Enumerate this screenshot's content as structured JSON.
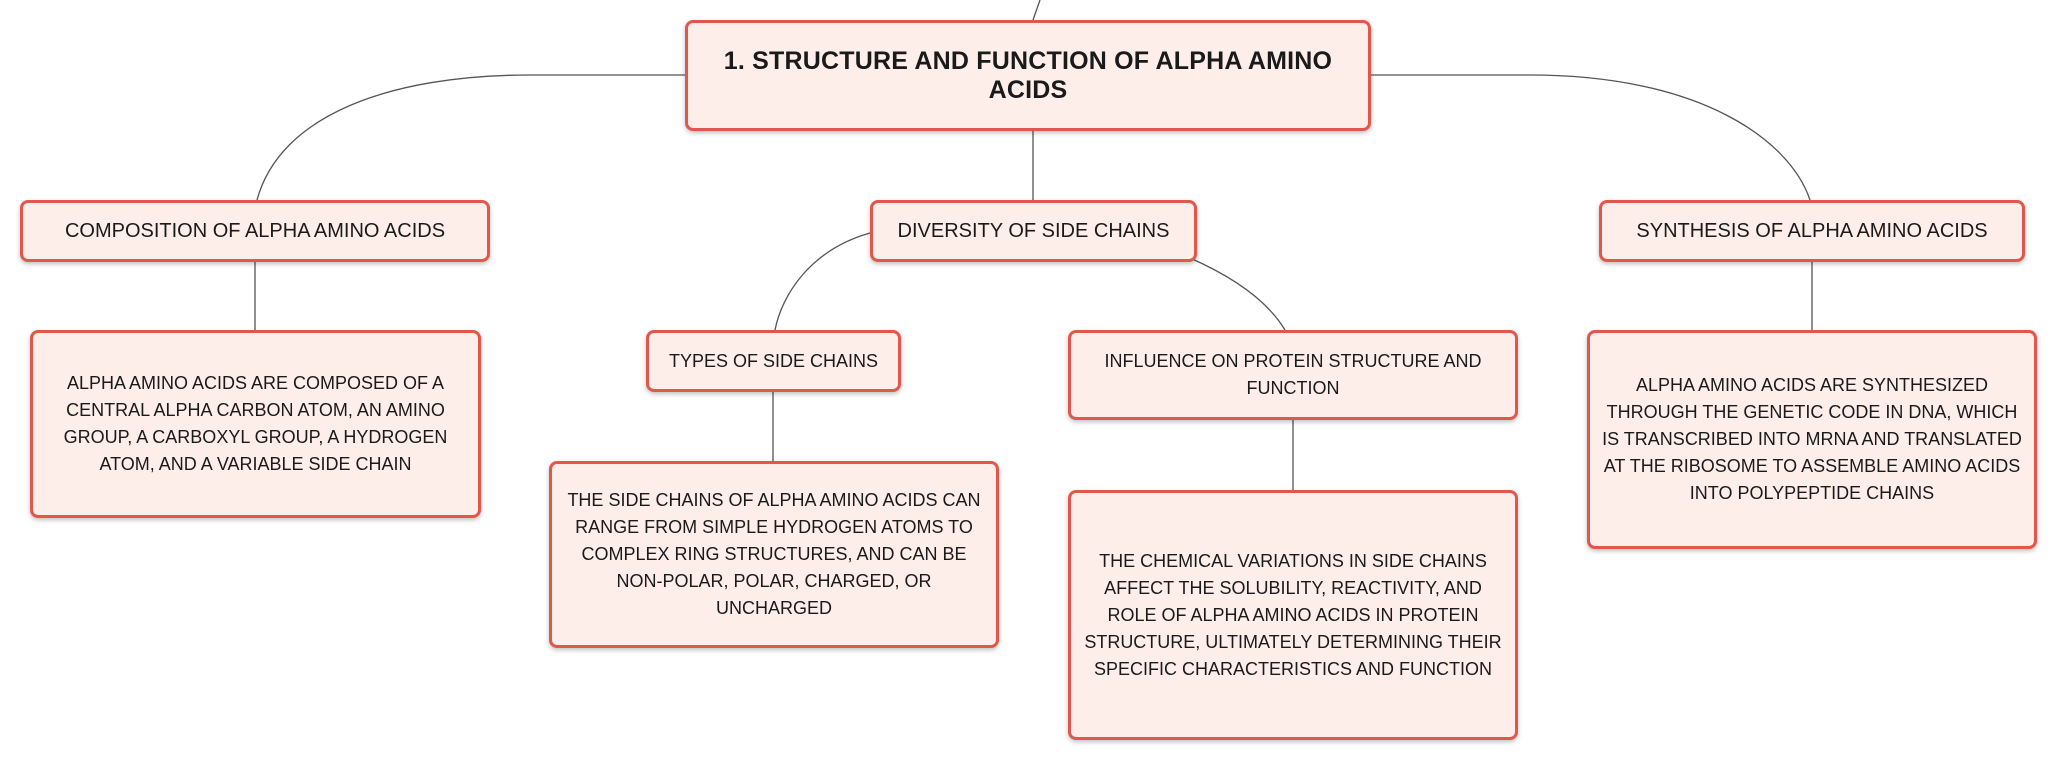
{
  "colors": {
    "node_fill": "#fdeeea",
    "node_border": "#e2574c",
    "connector": "#555555",
    "text": "#1a1a1a"
  },
  "root": {
    "label": "1. STRUCTURE AND FUNCTION OF ALPHA AMINO ACIDS"
  },
  "topics": {
    "composition": {
      "label": "COMPOSITION OF ALPHA AMINO ACIDS",
      "detail": "ALPHA AMINO ACIDS ARE COMPOSED OF A CENTRAL ALPHA CARBON ATOM, AN AMINO GROUP, A CARBOXYL GROUP, A HYDROGEN ATOM, AND A VARIABLE SIDE CHAIN"
    },
    "diversity": {
      "label": "DIVERSITY OF SIDE CHAINS",
      "types": {
        "label": "TYPES OF SIDE CHAINS",
        "detail": "THE SIDE CHAINS OF ALPHA AMINO ACIDS CAN RANGE FROM SIMPLE HYDROGEN ATOMS TO COMPLEX RING STRUCTURES, AND CAN BE NON-POLAR, POLAR, CHARGED, OR UNCHARGED"
      },
      "influence": {
        "label": "INFLUENCE ON PROTEIN STRUCTURE AND FUNCTION",
        "detail": "THE CHEMICAL VARIATIONS IN SIDE CHAINS AFFECT THE SOLUBILITY, REACTIVITY, AND ROLE OF ALPHA AMINO ACIDS IN PROTEIN STRUCTURE, ULTIMATELY DETERMINING THEIR SPECIFIC CHARACTERISTICS AND FUNCTION"
      }
    },
    "synthesis": {
      "label": "SYNTHESIS OF ALPHA AMINO ACIDS",
      "detail": "ALPHA AMINO ACIDS ARE SYNTHESIZED THROUGH THE GENETIC CODE IN DNA, WHICH IS TRANSCRIBED INTO MRNA AND TRANSLATED AT THE RIBOSOME TO ASSEMBLE AMINO ACIDS INTO POLYPEPTIDE CHAINS"
    }
  }
}
